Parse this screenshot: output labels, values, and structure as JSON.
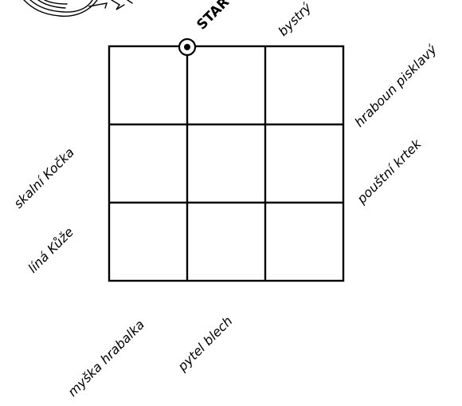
{
  "puzzle": {
    "grid_rows": 3,
    "grid_cols": 3,
    "start_label": "STAR",
    "top_right_label": "bystrý",
    "right_labels": [
      "hraboun pisklavý",
      "pouštní krtek"
    ],
    "left_labels": [
      "skalní Kočka",
      "líná Kůže"
    ],
    "bottom_labels": [
      "myška hrabalka",
      "pytel blech"
    ]
  },
  "colors": {
    "ink": "#000000",
    "background": "#ffffff"
  }
}
